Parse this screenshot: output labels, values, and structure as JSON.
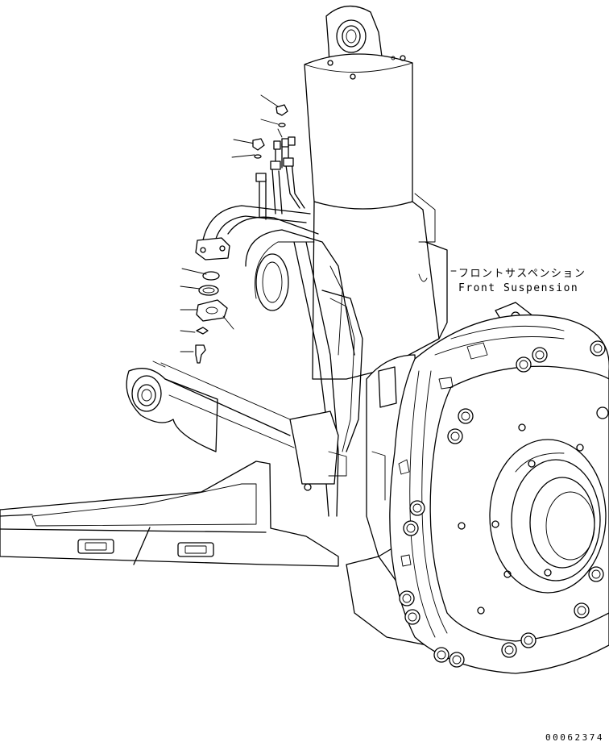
{
  "labels": {
    "japanese": "フロントサスペンション",
    "english": "Front Suspension"
  },
  "drawing_number": "00062374",
  "colors": {
    "line": "#000000",
    "background": "#ffffff"
  }
}
